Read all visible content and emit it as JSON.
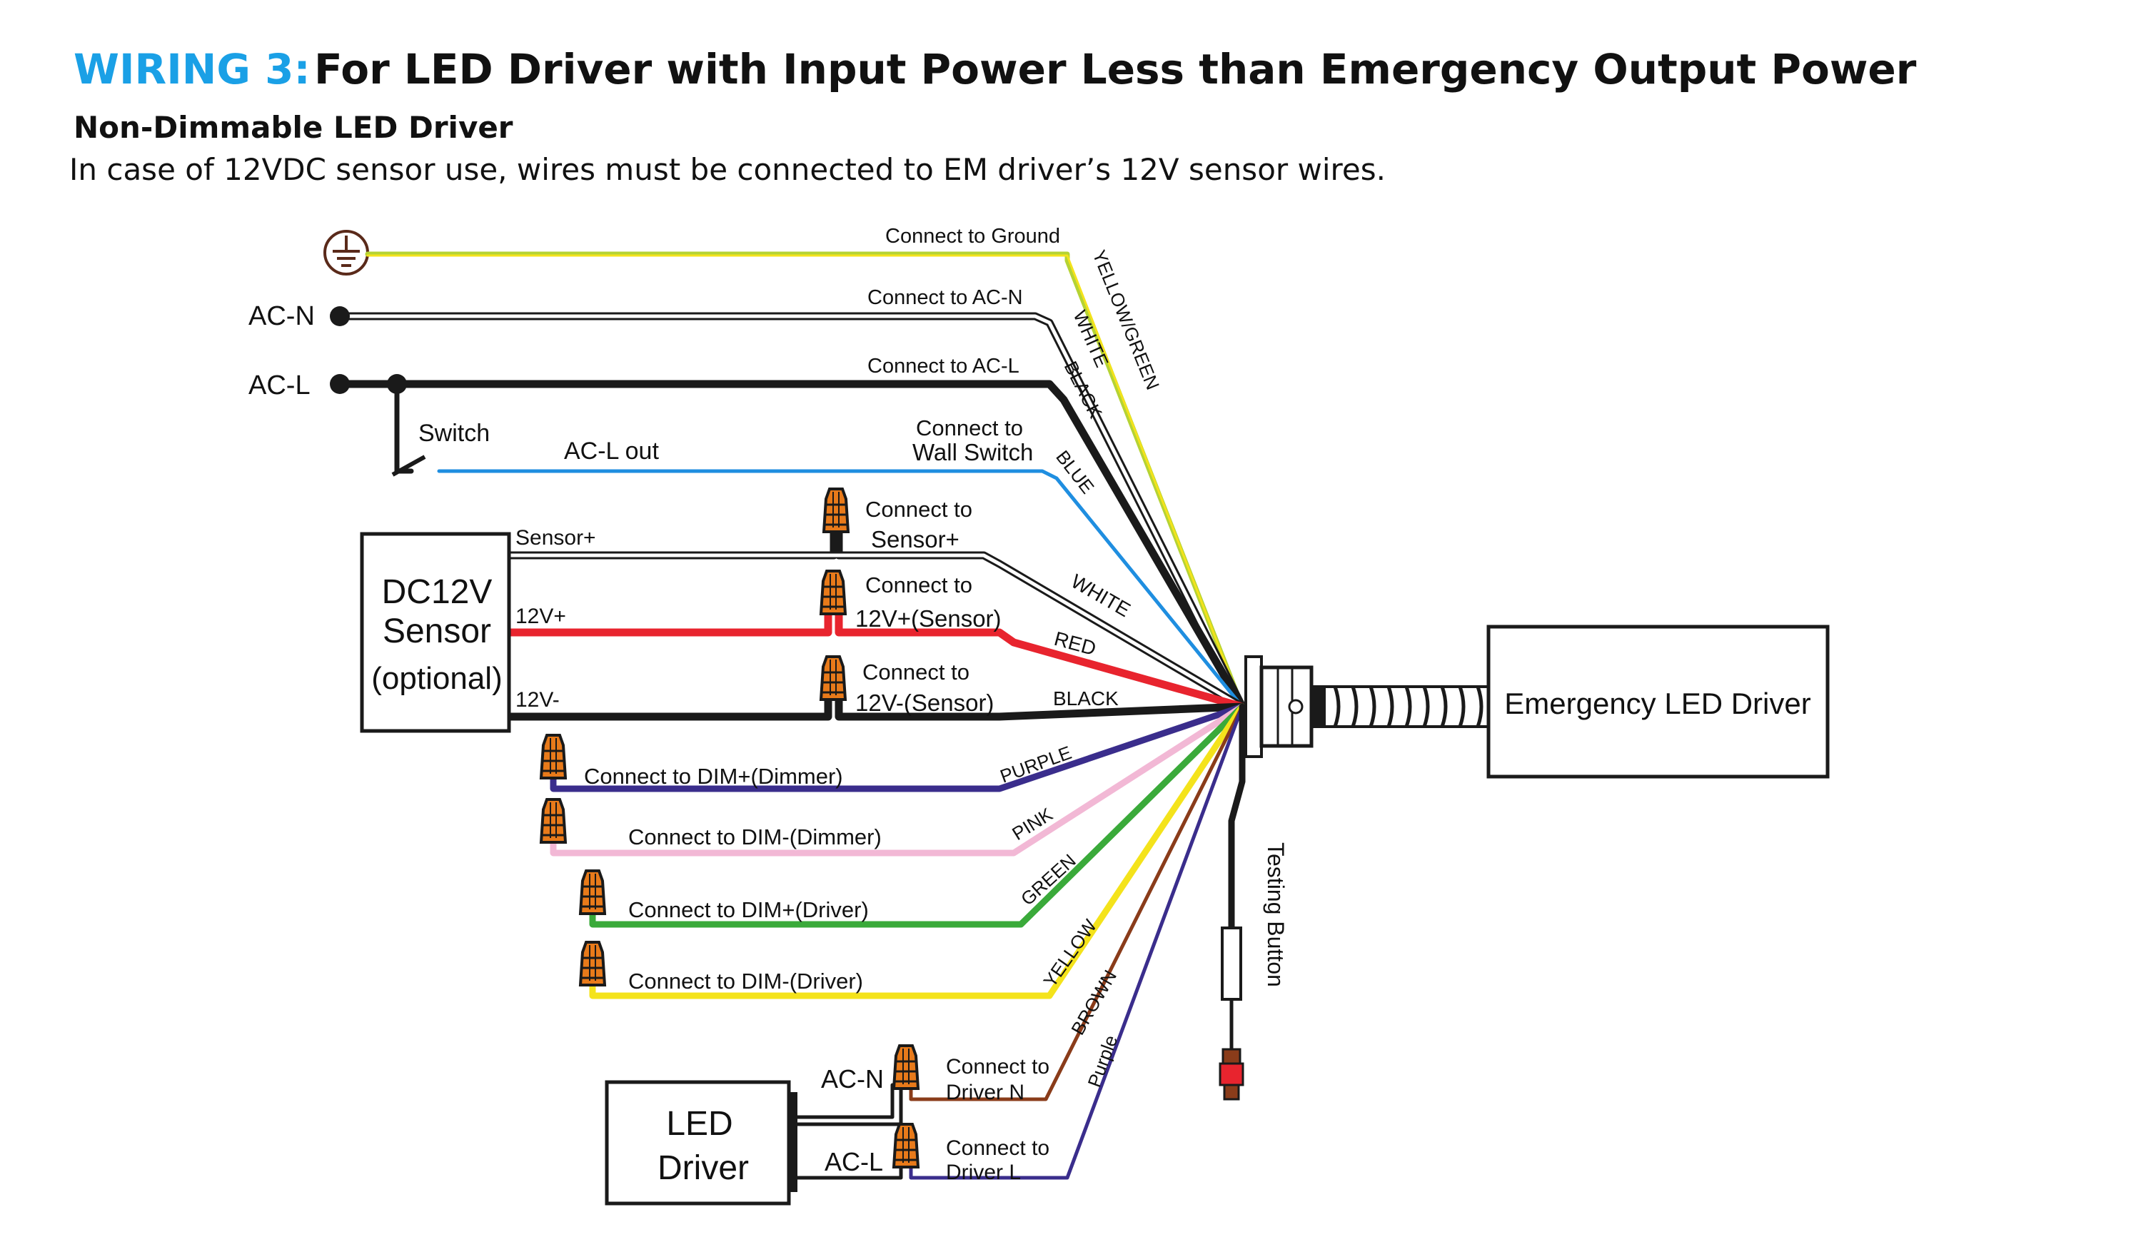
{
  "header": {
    "prefix": "WIRING 3:",
    "title": "For LED Driver with Input Power Less than Emergency Output Power",
    "subtitle": "Non-Dimmable LED Driver",
    "note": "In case of 12VDC sensor use, wires must be connected to EM driver’s 12V sensor wires."
  },
  "colors": {
    "accent": "#1aa0e6",
    "yellow_green": "#b5d334",
    "white_wire": "#ffffff",
    "black_wire": "#1a1a1a",
    "blue_wire": "#1f8ee0",
    "red_wire": "#e8242e",
    "purple_wire": "#3a2d8c",
    "pink_wire": "#f2b8d5",
    "green_wire": "#3aaa3a",
    "yellow_wire": "#f4e31b",
    "brown_wire": "#8a3c1a",
    "wire_nut": "#e87a1a"
  },
  "terminals": {
    "ac_n": "AC-N",
    "ac_l": "AC-L",
    "switch": "Switch",
    "ac_l_out": "AC-L out"
  },
  "boxes": {
    "sensor_line1": "DC12V",
    "sensor_line2": "Sensor",
    "sensor_line3": "(optional)",
    "sensor_plus": "Sensor+",
    "sensor_12v_plus": "12V+",
    "sensor_12v_minus": "12V-",
    "emergency_driver": "Emergency LED Driver",
    "led_driver_line1": "LED",
    "led_driver_line2": "Driver",
    "led_ac_n": "AC-N",
    "led_ac_l": "AC-L"
  },
  "connect_labels": {
    "ground": "Connect to Ground",
    "ac_n": "Connect to AC-N",
    "ac_l": "Connect to AC-L",
    "wall_switch_1": "Connect to",
    "wall_switch_2": "Wall Switch",
    "sensor_plus_1": "Connect to",
    "sensor_plus_2": "Sensor+",
    "v12_plus_1": "Connect to",
    "v12_plus_2": "12V+(Sensor)",
    "v12_minus_1": "Connect to",
    "v12_minus_2": "12V-(Sensor)",
    "dim_plus_dimmer": "Connect to DIM+(Dimmer)",
    "dim_minus_dimmer": "Connect to DIM-(Dimmer)",
    "dim_plus_driver": "Connect to DIM+(Driver)",
    "dim_minus_driver": "Connect to DIM-(Driver)",
    "driver_n_1": "Connect to",
    "driver_n_2": "Driver N",
    "driver_l_1": "Connect to",
    "driver_l_2": "Driver L",
    "testing_button": "Testing Button"
  },
  "wire_colors_text": {
    "yellow_green": "YELLOW/GREEN",
    "white_top": "WHITE",
    "black_top": "BLACK",
    "blue": "BLUE",
    "white_sensor": "WHITE",
    "red": "RED",
    "black_sensor": "BLACK",
    "purple": "PURPLE",
    "pink": "PINK",
    "green": "GREEN",
    "yellow": "YELLOW",
    "brown": "BROWN",
    "purple_lower": "Purple"
  }
}
